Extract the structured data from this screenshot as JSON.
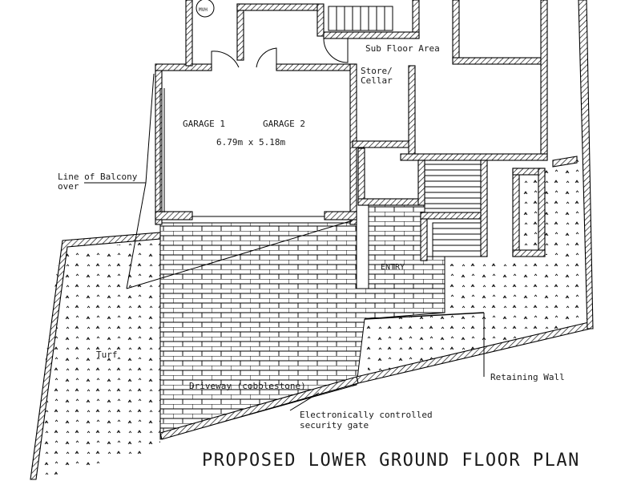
{
  "title": "PROPOSED LOWER GROUND FLOOR PLAN",
  "labels": {
    "meter": "MVH",
    "sub_floor_area": "Sub Floor Area",
    "store_line1": "Store/",
    "store_line2": "Cellar",
    "garage_1": "GARAGE 1",
    "garage_2": "GARAGE 2",
    "garage_dims": "6.79m x 5.18m",
    "balcony_line1": "Line of Balcony",
    "balcony_line2": "over",
    "entry": "ENTRY",
    "turf": "Turf",
    "driveway": "Driveway (cobblestone)",
    "retaining_wall": "Retaining Wall",
    "gate_line1": "Electronically controlled",
    "gate_line2": "security gate"
  },
  "colors": {
    "ink": "#000000",
    "paper": "#ffffff"
  }
}
